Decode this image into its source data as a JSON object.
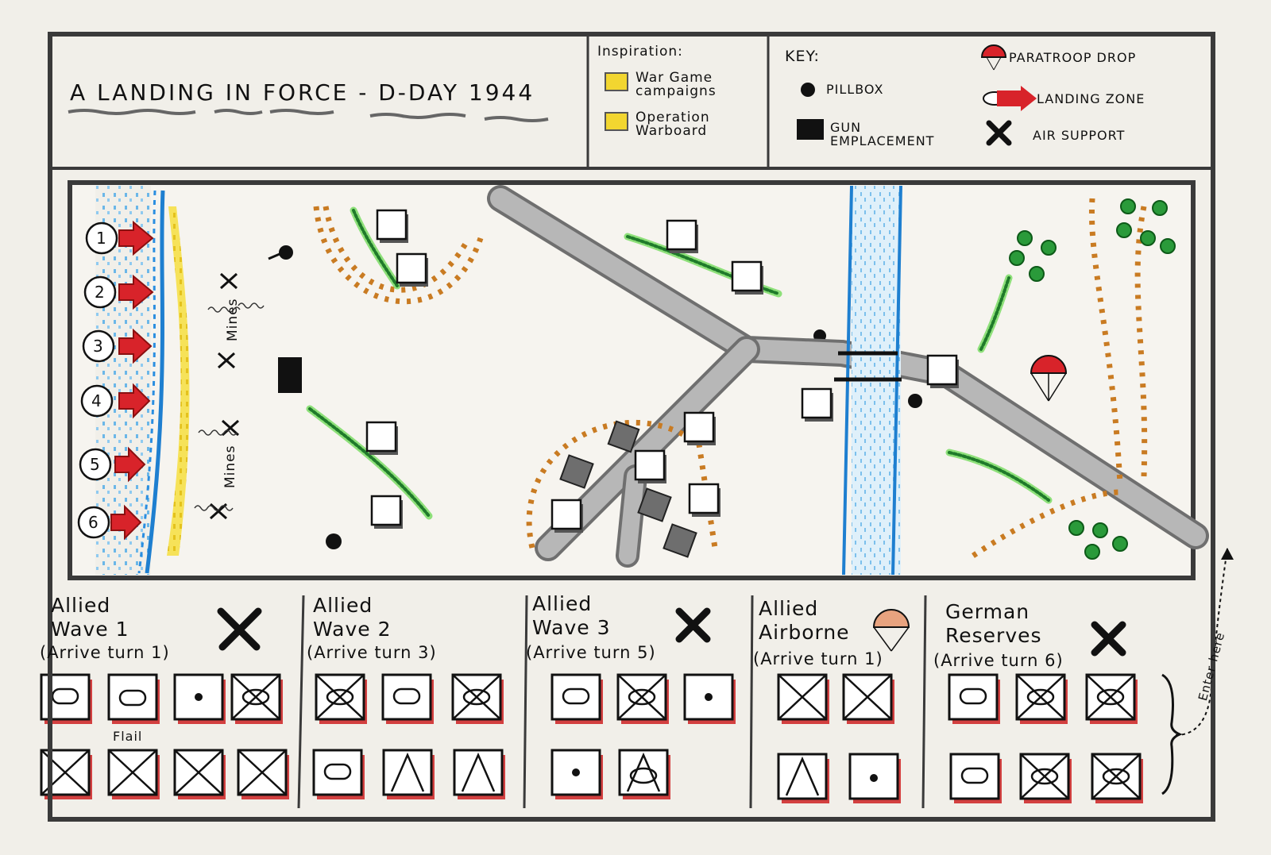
{
  "title": "A LANDING IN FORCE - D-DAY 1944",
  "inspiration": {
    "heading": "Inspiration:",
    "items": [
      "War Game campaigns",
      "Operation Warboard"
    ]
  },
  "key": {
    "heading": "KEY:",
    "items": [
      "PILLBOX",
      "GUN EMPLACEMENT",
      "PARATROOP DROP",
      "LANDING ZONE",
      "AIR SUPPORT"
    ]
  },
  "map": {
    "landing_zones": [
      "1",
      "2",
      "3",
      "4",
      "5",
      "6"
    ],
    "minefield_label": "Mines"
  },
  "waves": [
    {
      "title_line1": "Allied",
      "title_line2": "Wave 1",
      "arrive": "(Arrive turn 1)"
    },
    {
      "title_line1": "Allied",
      "title_line2": "Wave 2",
      "arrive": "(Arrive turn 3)"
    },
    {
      "title_line1": "Allied",
      "title_line2": "Wave 3",
      "arrive": "(Arrive turn 5)"
    },
    {
      "title_line1": "Allied",
      "title_line2": "Airborne",
      "arrive": "(Arrive turn 1)"
    },
    {
      "title_line1": "German",
      "title_line2": "Reserves",
      "arrive": "(Arrive turn 6)"
    }
  ],
  "flail_label": "Flail",
  "enter_label": "Enter here",
  "colors": {
    "sea_blue": "#1e7fd0",
    "sand_yellow": "#f2d630",
    "hedge_green": "#1f8a2a",
    "ridge_orange": "#c97b22",
    "road_grey": "#8c8c8c",
    "arrow_red": "#d8232a",
    "shadow_red": "#d34040"
  }
}
